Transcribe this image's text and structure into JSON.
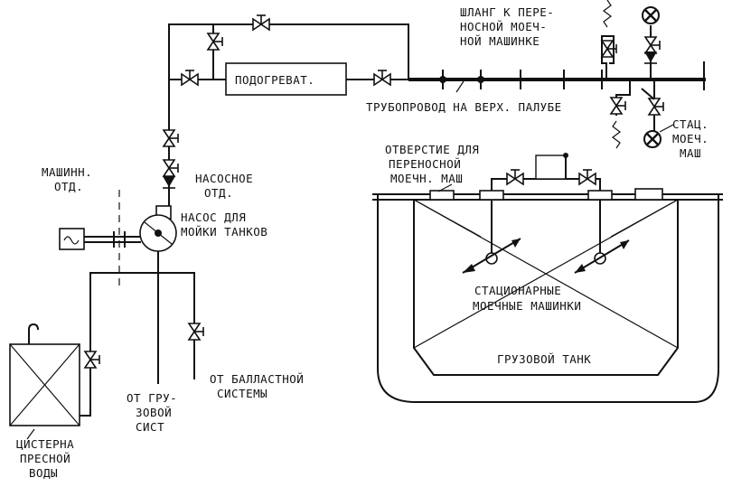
{
  "labels": {
    "heater": "ПОДОГРЕВАТ.",
    "deck_pipeline": "ТРУБОПРОВОД НА ВЕРХ. ПАЛУБЕ",
    "hose_1": "ШЛАНГ К ПЕРЕ-",
    "hose_2": "НОСНОЙ МОЕЧ-",
    "hose_3": "НОЙ МАШИНКЕ",
    "stat_1": "СТАЦ.",
    "stat_2": "МОЕЧ.",
    "stat_3": "МАШ",
    "engine_room_1": "МАШИНН.",
    "engine_room_2": "ОТД.",
    "pump_room_1": "НАСОСНОЕ",
    "pump_room_2": "ОТД.",
    "pump_1": "НАСОС ДЛЯ",
    "pump_2": "МОЙКИ ТАНКОВ",
    "opening_1": "ОТВЕРСТИЕ ДЛЯ",
    "opening_2": "ПЕРЕНОСНОЙ",
    "opening_3": "МОЕЧН. МАШ",
    "stationary_1": "СТАЦИОНАРНЫЕ",
    "stationary_2": "МОЕЧНЫЕ МАШИНКИ",
    "cargo_tank": "ГРУЗОВОЙ ТАНК",
    "fresh_1": "ЦИСТЕРНА",
    "fresh_2": "ПРЕСНОЙ",
    "fresh_3": "ВОДЫ",
    "cargo_sys_1": "ОТ ГРУ-",
    "cargo_sys_2": "ЗОВОЙ",
    "cargo_sys_3": "СИСТ",
    "ballast_1": "ОТ БАЛЛАСТНОЙ",
    "ballast_2": "СИСТЕМЫ"
  }
}
